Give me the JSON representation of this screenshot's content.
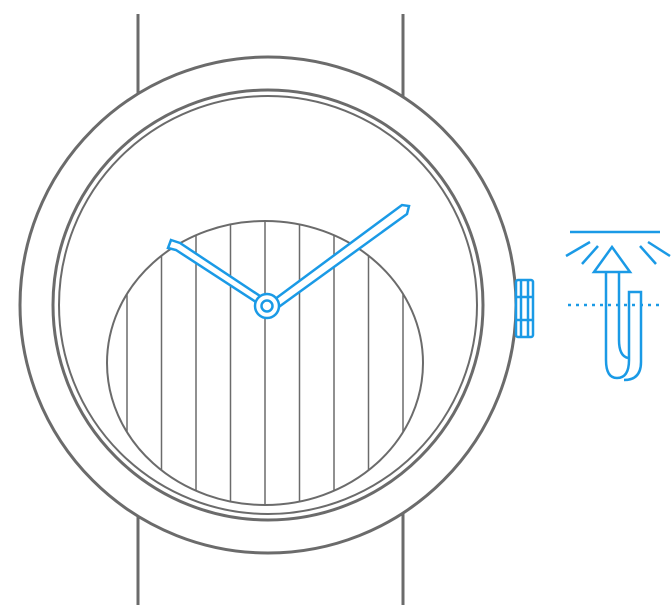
{
  "diagram": {
    "subject": "watch-crown-setting-illustration",
    "colors": {
      "outline": "#6b6b6b",
      "accent": "#1a9ae6",
      "background": "#ffffff"
    },
    "icons": [
      "watch-case",
      "watch-dial",
      "hour-hand",
      "minute-hand",
      "crown",
      "rotate-arrow-icon"
    ],
    "dial_stripe_count": 9
  }
}
